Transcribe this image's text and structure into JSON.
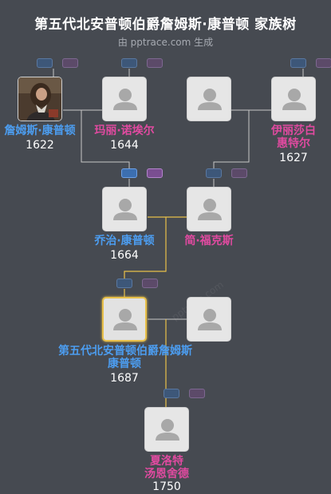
{
  "header": {
    "title": "第五代北安普顿伯爵詹姆斯·康普顿 家族树",
    "subtitle": "由 pptrace.com 生成",
    "watermark": "pptrace.com"
  },
  "colors": {
    "background": "#464a51",
    "male": "#4c9df0",
    "female": "#e04aa0",
    "line_normal": "#c8c8c8",
    "line_highlight": "#e8c04a",
    "selected_border": "#e8c04a"
  },
  "people": {
    "james_compton_sr": {
      "name": "詹姆斯·康普顿",
      "year": "1622"
    },
    "mary_noel": {
      "name": "玛丽·诺埃尔",
      "year": "1644"
    },
    "elizabeth_spencer": {
      "name_line1": "伊丽莎白",
      "name_line2": "惠特尔",
      "year": "1627"
    },
    "george_compton": {
      "name": "乔治·康普顿",
      "year": "1664"
    },
    "jane_fox": {
      "name": "简·福克斯"
    },
    "james_compton_5th": {
      "name_line1": "第五代北安普顿伯爵詹姆斯",
      "name_line2": "康普顿",
      "year": "1687"
    },
    "charlotte_shirley": {
      "name_line1": "夏洛特",
      "name_line2": "汤恩舍德",
      "year": "1750"
    }
  }
}
